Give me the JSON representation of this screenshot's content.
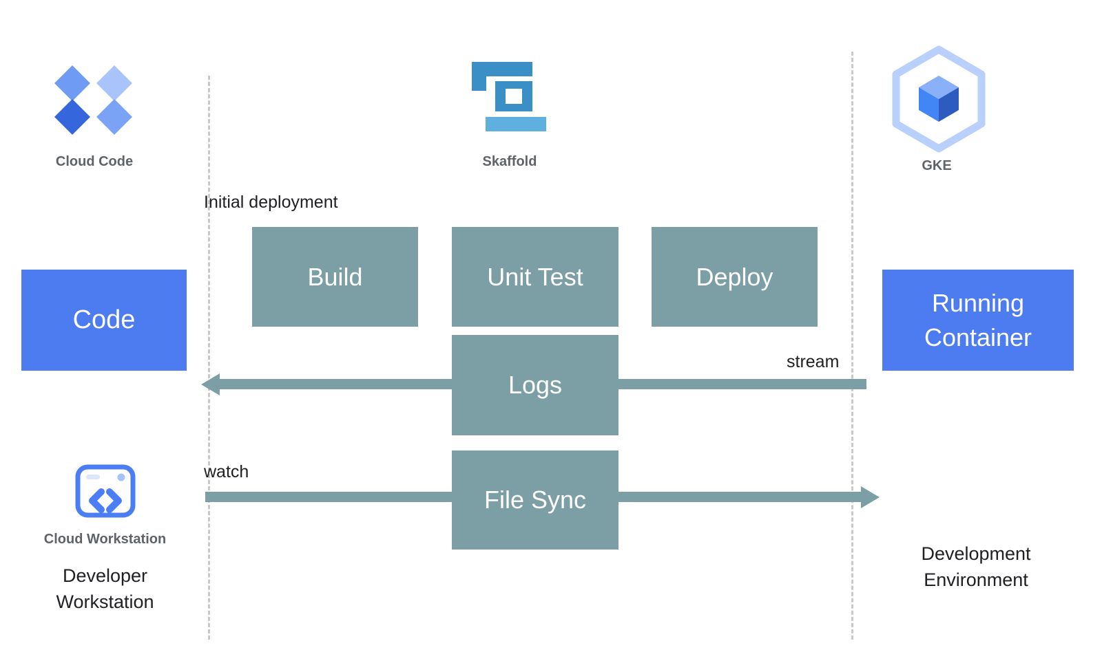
{
  "icons": {
    "cloud_code": {
      "label": "Cloud Code"
    },
    "skaffold": {
      "label": "Skaffold"
    },
    "gke": {
      "label": "GKE"
    },
    "cloud_workstation": {
      "label": "Cloud Workstation"
    }
  },
  "boxes": {
    "code": {
      "label": "Code",
      "color": "#4d7cf0"
    },
    "build": {
      "label": "Build",
      "color": "#7c9fa5"
    },
    "unit_test": {
      "label": "Unit Test",
      "color": "#7c9fa5"
    },
    "deploy": {
      "label": "Deploy",
      "color": "#7c9fa5"
    },
    "logs": {
      "label": "Logs",
      "color": "#7c9fa5"
    },
    "file_sync": {
      "label": "File Sync",
      "color": "#7c9fa5"
    },
    "running_container": {
      "label": "Running Container",
      "color": "#4d7cf0"
    }
  },
  "annotations": {
    "initial_deployment": "Initial deployment",
    "stream": "stream",
    "watch": "watch"
  },
  "captions": {
    "developer_workstation": "Developer Workstation",
    "development_environment": "Development Environment"
  },
  "colors": {
    "teal": "#7c9fa5",
    "blue": "#4d7cf0",
    "gray_label": "#5f6368",
    "text_black": "#202124",
    "dashed_line": "#c9c9c9",
    "skaffold_dark_blue": "#3a8fc7",
    "skaffold_light_blue": "#5fb0de",
    "gke_light_blue": "#b9cffc",
    "workstation_blue": "#4c7ef3"
  }
}
